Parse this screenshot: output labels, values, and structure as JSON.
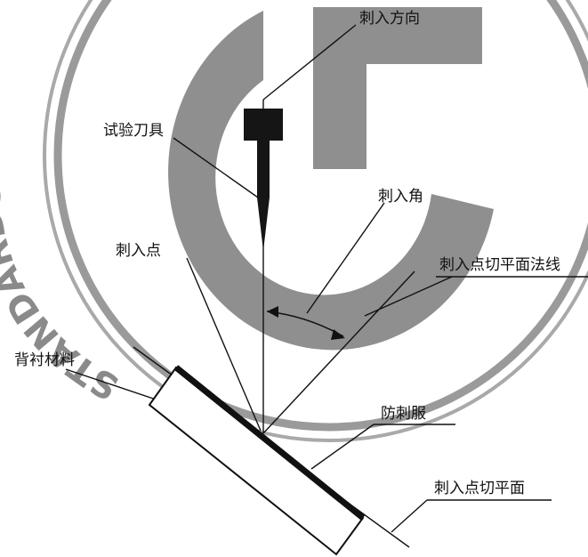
{
  "watermark": {
    "text": "STANDARDS",
    "color": "#8a8a8a"
  },
  "labels": {
    "penetration_direction": "刺入方向",
    "test_tool": "试验刀具",
    "penetration_angle": "刺入角",
    "penetration_point": "刺入点",
    "tangent_normal": "刺入点切平面法线",
    "backing_material": "背衬材料",
    "stab_vest": "防刺服",
    "tangent_plane": "刺入点切平面"
  }
}
